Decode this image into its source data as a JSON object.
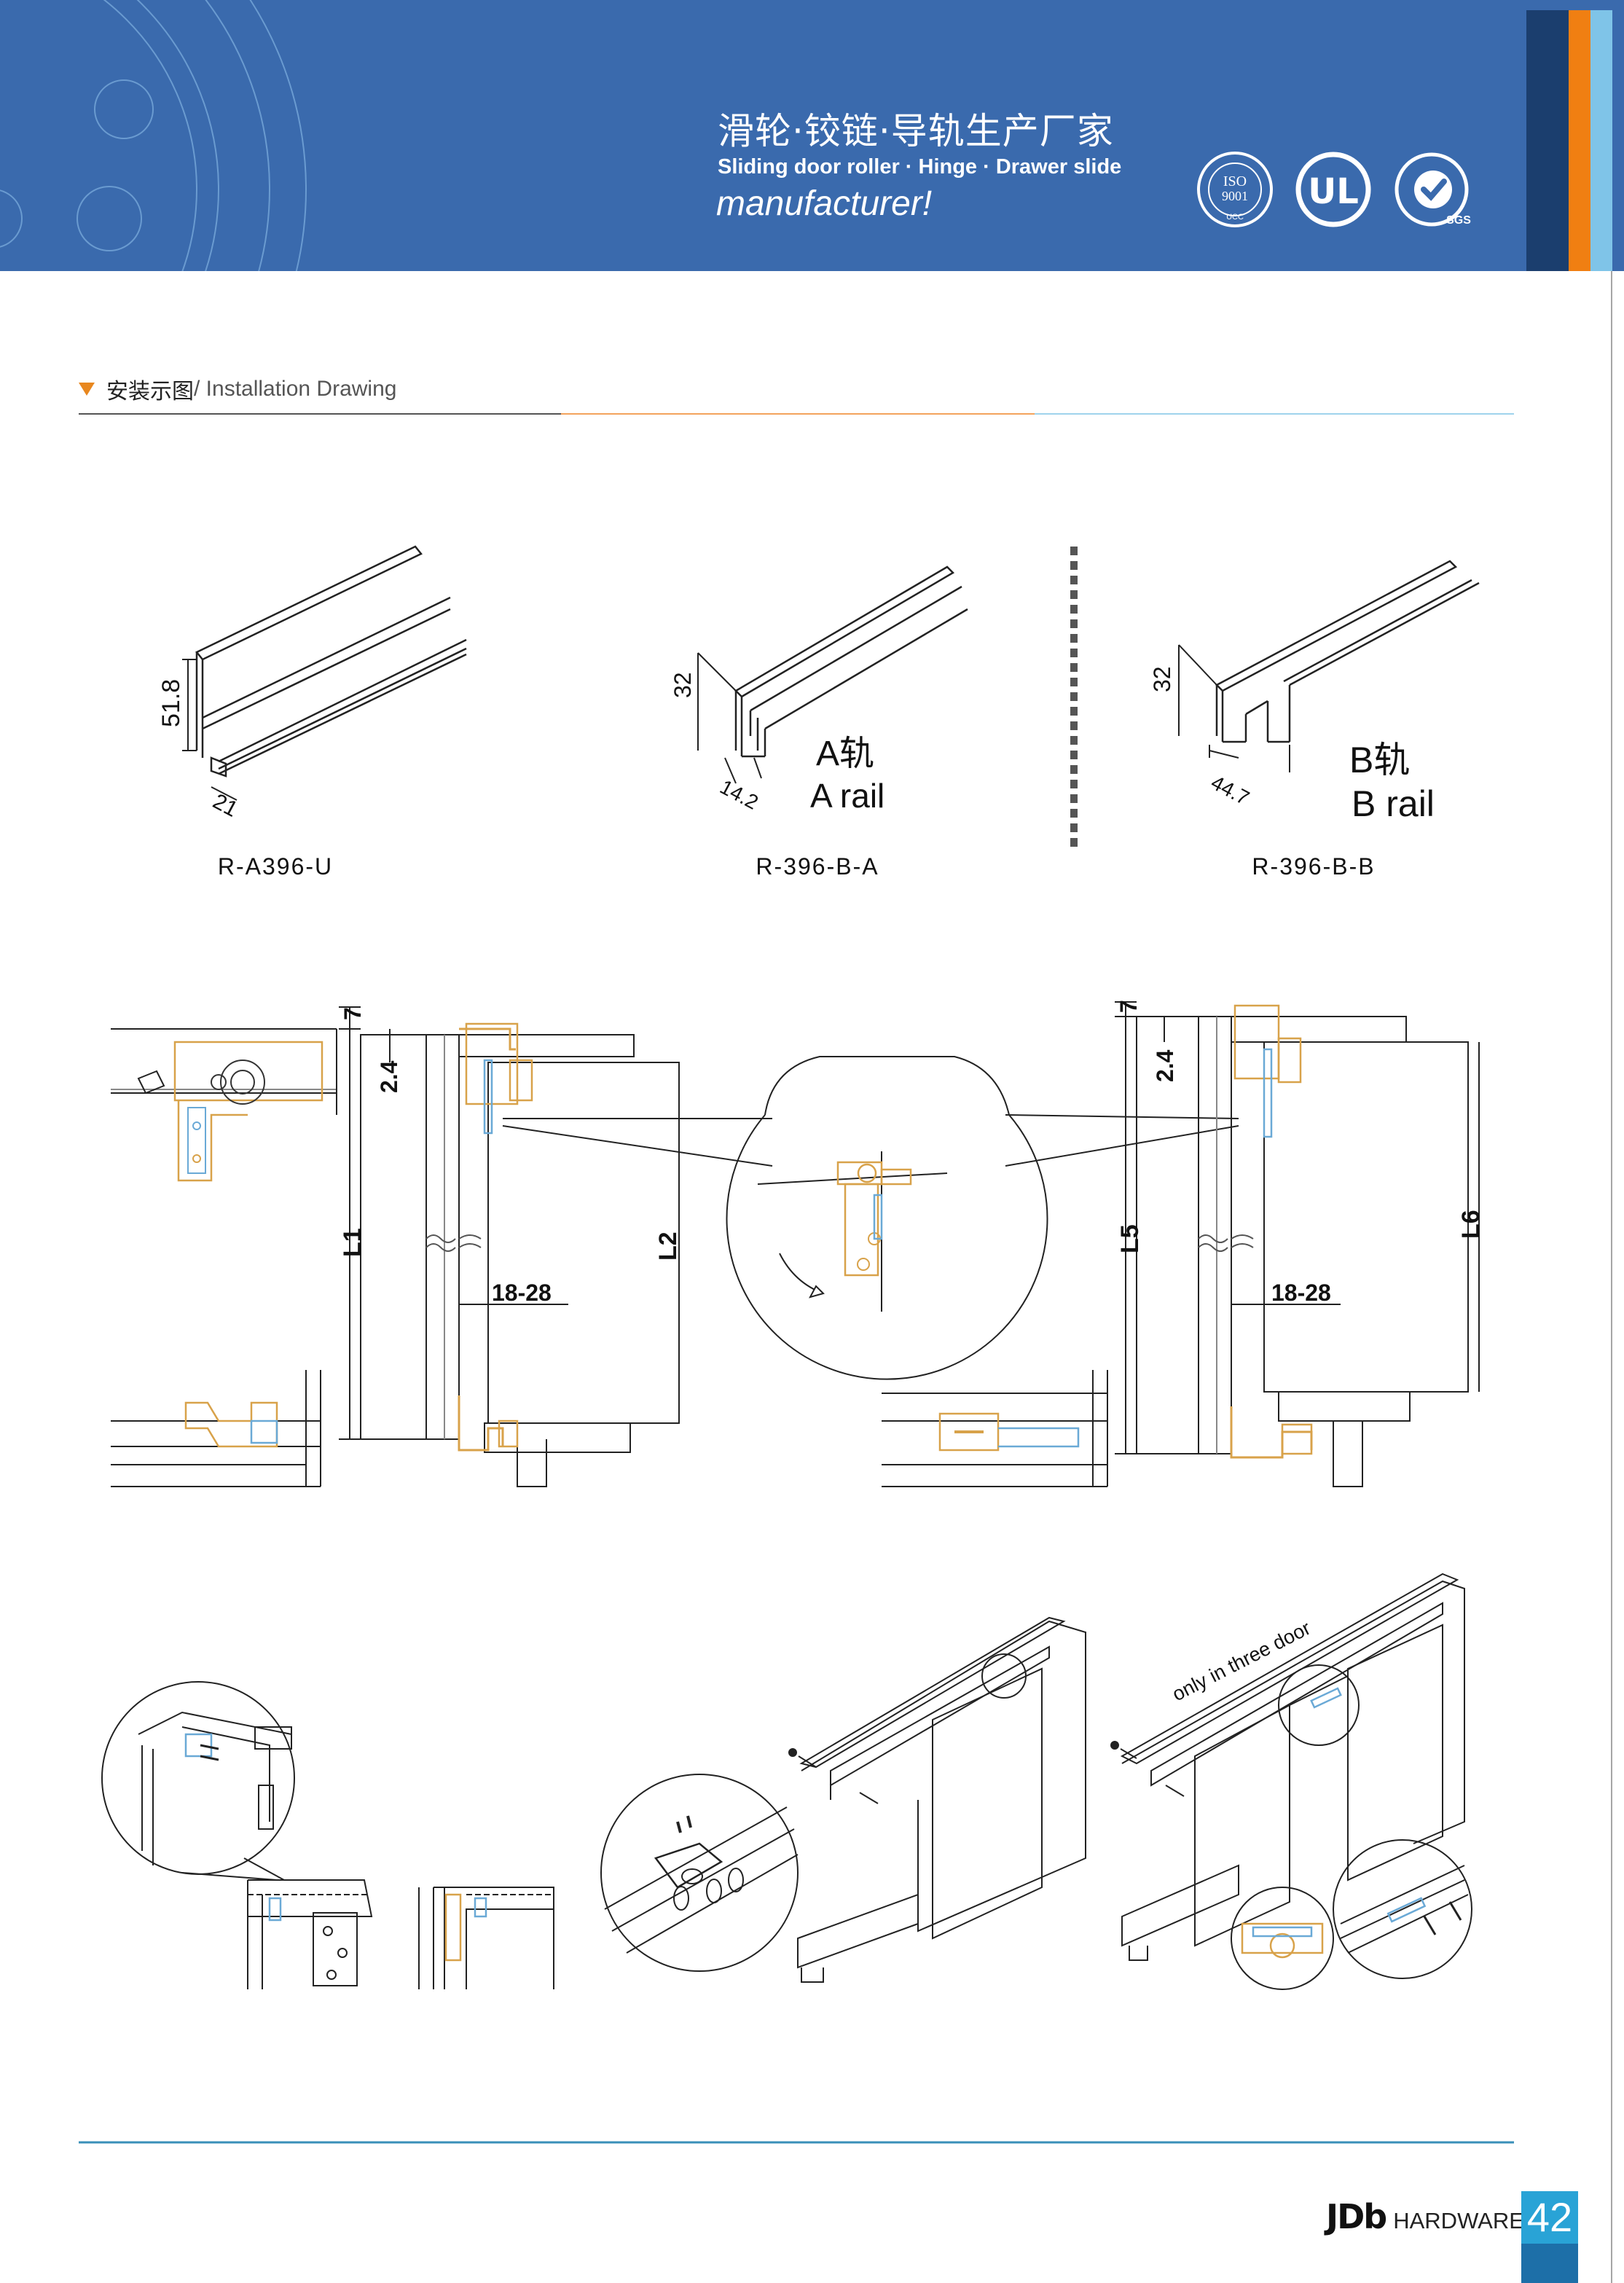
{
  "header": {
    "title_cn": "滑轮·铰链·导轨生产厂家",
    "title_en_line1": "Sliding door roller  · Hinge  · Drawer slide",
    "title_en_line2": "manufacturer!",
    "certifications": [
      {
        "icon": "iso-9001-seal-icon",
        "text_top": "ISO",
        "text_mid": "9001",
        "text_bottom": "UCC"
      },
      {
        "icon": "ul-mark-icon",
        "text": "UL"
      },
      {
        "icon": "sgs-check-icon",
        "text": "SGS"
      }
    ],
    "colors": {
      "background": "#3a6aad",
      "stripe_dark": "#1b3e6e",
      "stripe_orange": "#f07f12",
      "stripe_light": "#7fc4e8"
    }
  },
  "section": {
    "title_cn": "安装示图",
    "title_en": "/ Installation Drawing",
    "marker_color": "#e8871e"
  },
  "profiles": [
    {
      "code": "R-A396-U",
      "dims": [
        "51.8",
        "21"
      ]
    },
    {
      "code": "R-396-B-A",
      "dims": [
        "32",
        "14.2"
      ],
      "label_cn": "A轨",
      "label_en": "A rail"
    },
    {
      "code": "R-396-B-B",
      "dims": [
        "32",
        "44.7"
      ],
      "label_cn": "B轨",
      "label_en": "B rail"
    }
  ],
  "section_views": {
    "left": {
      "dims": [
        "7",
        "2.4",
        "L1",
        "L2",
        "18-28"
      ]
    },
    "right": {
      "dims": [
        "7",
        "2.4",
        "L5",
        "L6",
        "18-28"
      ]
    }
  },
  "assembly": {
    "note": "only in three door"
  },
  "footer": {
    "brand_logo": "JDb",
    "brand_text": "HARDWARE",
    "page_number": "42"
  }
}
